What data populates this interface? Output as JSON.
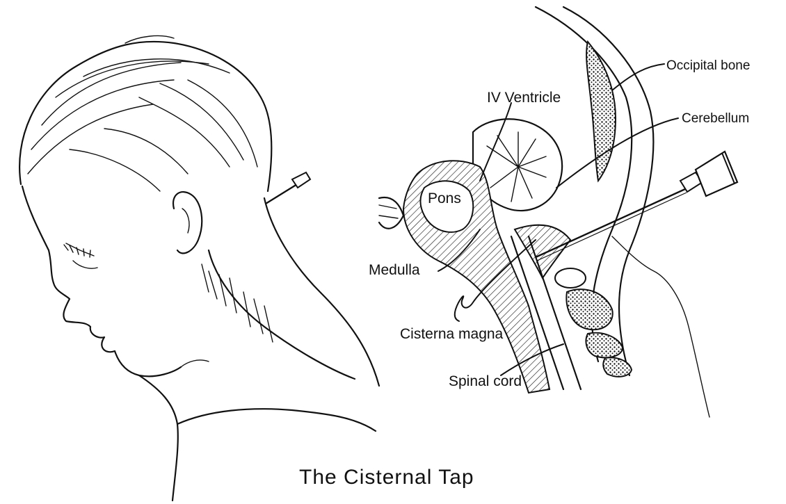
{
  "figure": {
    "caption": "The Cisternal Tap",
    "labels": {
      "occipital_bone": "Occipital bone",
      "iv_ventricle": "IV Ventricle",
      "cerebellum": "Cerebellum",
      "pons": "Pons",
      "medulla": "Medulla",
      "cisterna_magna": "Cisterna magna",
      "spinal_cord": "Spinal cord"
    }
  }
}
